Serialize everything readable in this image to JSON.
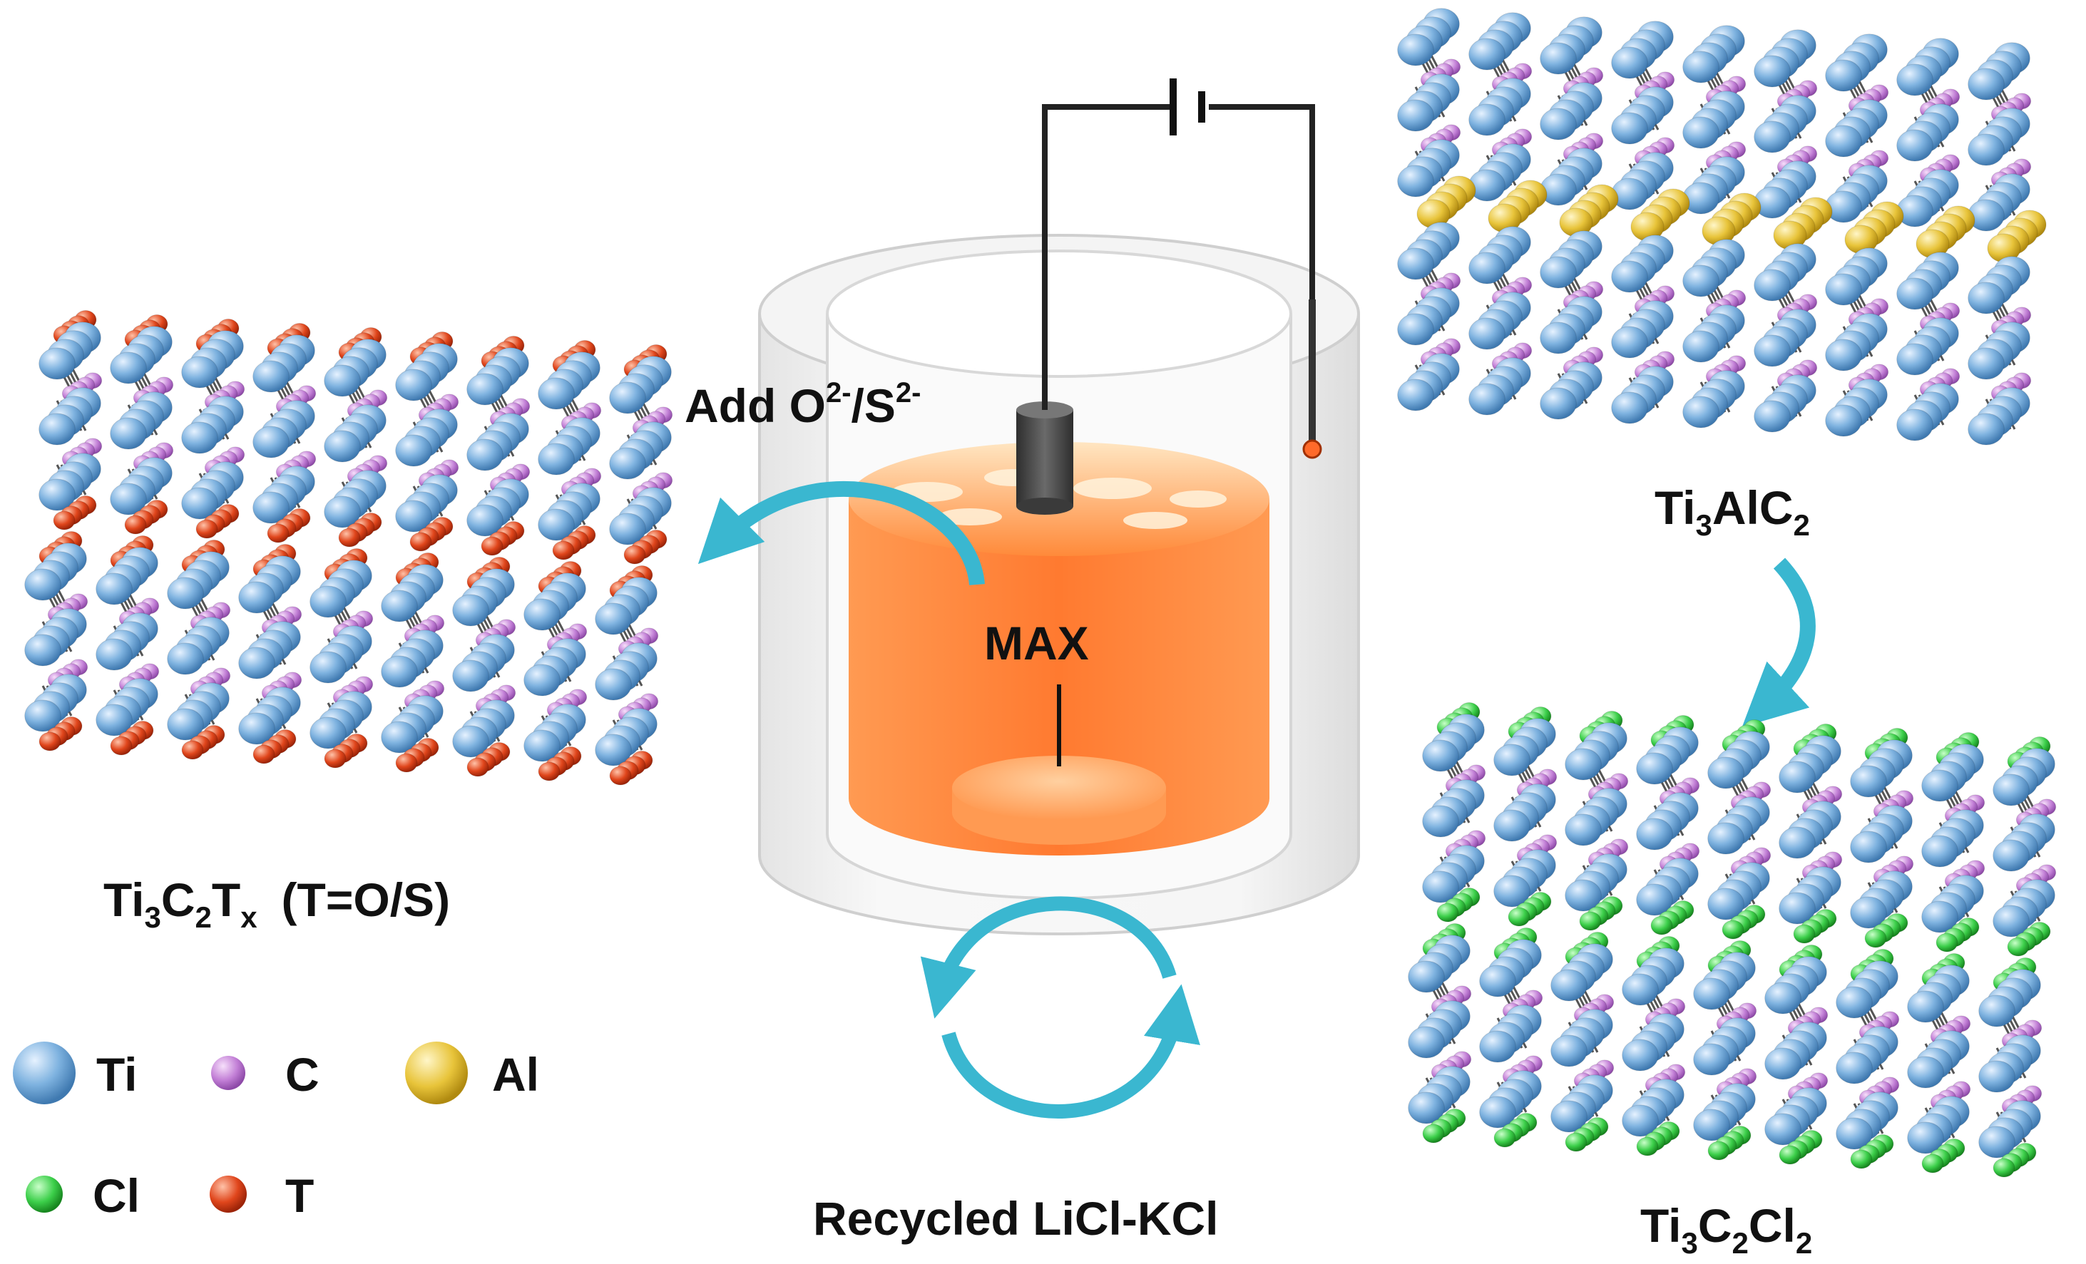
{
  "labels": {
    "add_prefix": "Add O",
    "add_sup1": "2-",
    "add_slash": "/S",
    "add_sup2": "2-",
    "max": "MAX",
    "recycled": "Recycled LiCl-KCl",
    "max_phase": {
      "a": "Ti",
      "a_sub": "3",
      "b": "AlC",
      "b_sub": "2"
    },
    "product_cl": {
      "a": "Ti",
      "a_sub": "3",
      "b": "C",
      "b_sub": "2",
      "c": "Cl",
      "c_sub": "2"
    },
    "product_tx": {
      "a": "Ti",
      "a_sub": "3",
      "b": "C",
      "b_sub": "2",
      "c": "T",
      "c_sub": "x",
      "suffix": "(T=O/S)"
    }
  },
  "legend": [
    {
      "symbol": "Ti",
      "color": "#7fb3e0"
    },
    {
      "symbol": "C",
      "color": "#d99ee0"
    },
    {
      "symbol": "Al",
      "color": "#f0d050"
    },
    {
      "symbol": "Cl",
      "color": "#34c24a"
    },
    {
      "symbol": "T",
      "color": "#e0461c"
    }
  ],
  "colors": {
    "ti": "#7fb3e0",
    "c": "#c27fd6",
    "al": "#e8c43a",
    "cl": "#3ccf4a",
    "t": "#e0461c",
    "arrow": "#3ab7d0",
    "melt": "#ff8a3a",
    "wire": "#222222",
    "electrode": "#4a4a4a"
  }
}
